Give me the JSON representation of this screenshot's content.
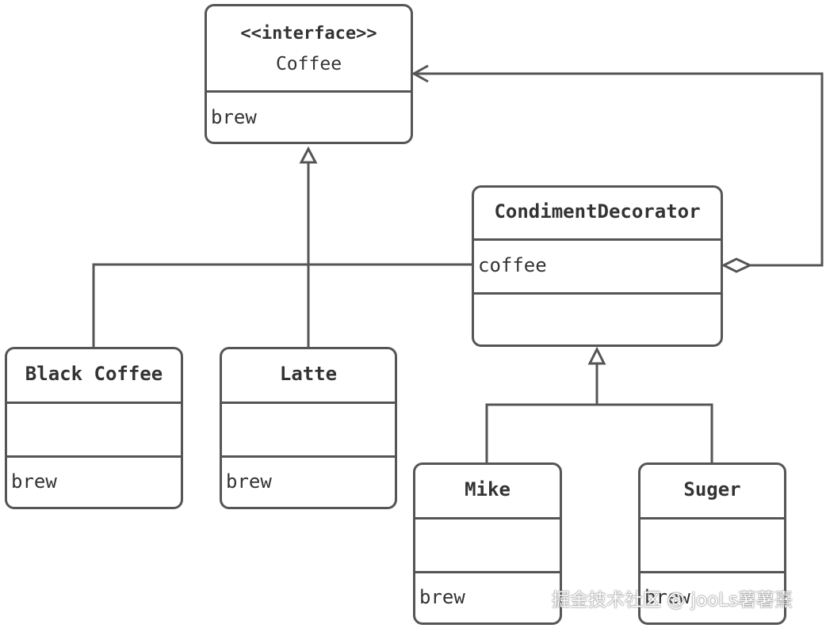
{
  "coffee": {
    "stereotype": "<<interface>>",
    "name": "Coffee",
    "method": "brew"
  },
  "condiment_decorator": {
    "name": "CondimentDecorator",
    "field": "coffee"
  },
  "black_coffee": {
    "name": "Black Coffee",
    "method": "brew"
  },
  "latte": {
    "name": "Latte",
    "method": "brew"
  },
  "mike": {
    "name": "Mike",
    "method": "brew"
  },
  "suger": {
    "name": "Suger",
    "method": "brew"
  },
  "watermark": "掘金技术社区 @ jooLs薯薯熹"
}
